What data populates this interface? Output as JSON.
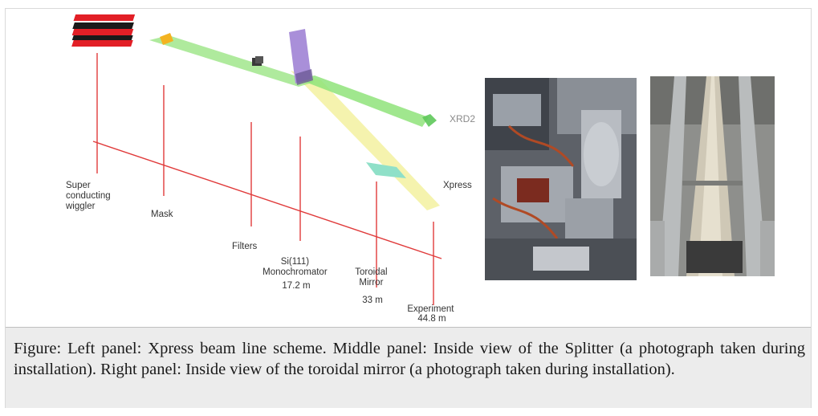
{
  "scheme": {
    "labels": {
      "wiggler": [
        "Super",
        "conducting",
        "wiggler"
      ],
      "mask": "Mask",
      "filters": "Filters",
      "mono": [
        "Si(111)",
        "Monochromator",
        "17.2 m"
      ],
      "mirror": [
        "Toroidal",
        "Mirror",
        "33 m"
      ],
      "experiment": [
        "Experiment",
        "44.8 m"
      ],
      "xrd2": "XRD2",
      "xpress": "Xpress"
    },
    "colors": {
      "rail": "#e03b3b",
      "beam_green": "#8fe37a",
      "beam_yellow": "#f2f09a",
      "mono_block": "#a98fd9",
      "mask_block": "#f3b321",
      "mirror_block": "#8fe0c8",
      "magnet_red": "#e21f26"
    }
  },
  "caption": "Figure: Left panel: Xpress beam line scheme. Middle panel: Inside view of the Splitter (a photograph taken during installation). Right panel: Inside view of the toroidal mirror (a photograph taken during installation)."
}
